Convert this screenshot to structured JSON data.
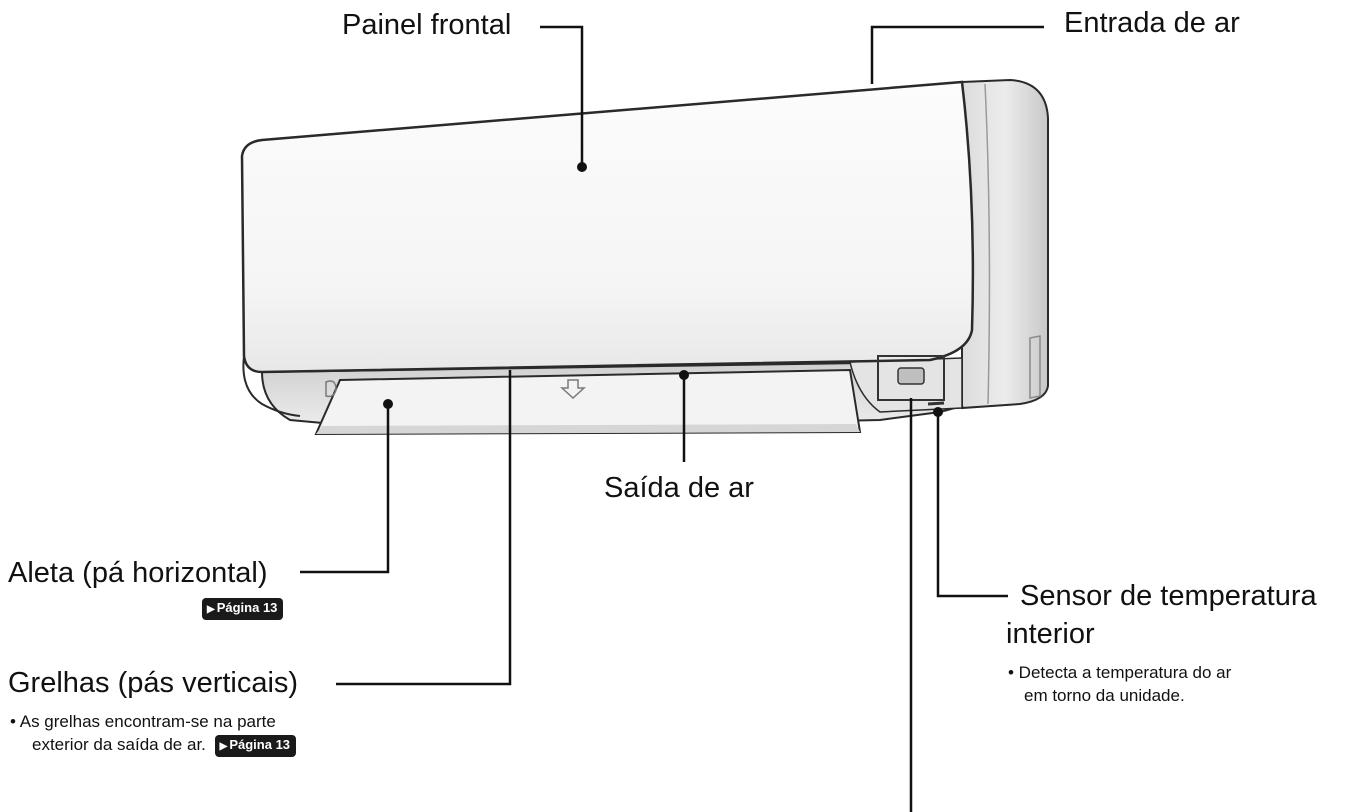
{
  "labels": {
    "painel_frontal": "Painel frontal",
    "entrada_de_ar": "Entrada de ar",
    "saida_de_ar": "Saída de ar",
    "aleta": "Aleta (pá horizontal)",
    "grelhas": "Grelhas (pás verticais)",
    "sensor_line1": "Sensor de temperatura",
    "sensor_line2": "interior"
  },
  "notes": {
    "grelhas_line1": "• As grelhas encontram-se na parte",
    "grelhas_line2": "exterior da saída de ar.",
    "sensor_line1": "• Detecta a temperatura do ar",
    "sensor_line2": "em torno da unidade."
  },
  "page_refs": {
    "aleta": "Página 13",
    "grelhas": "Página 13"
  },
  "colors": {
    "text": "#111111",
    "line": "#111111",
    "badge_bg": "#1a1a1a",
    "badge_text": "#ffffff"
  }
}
